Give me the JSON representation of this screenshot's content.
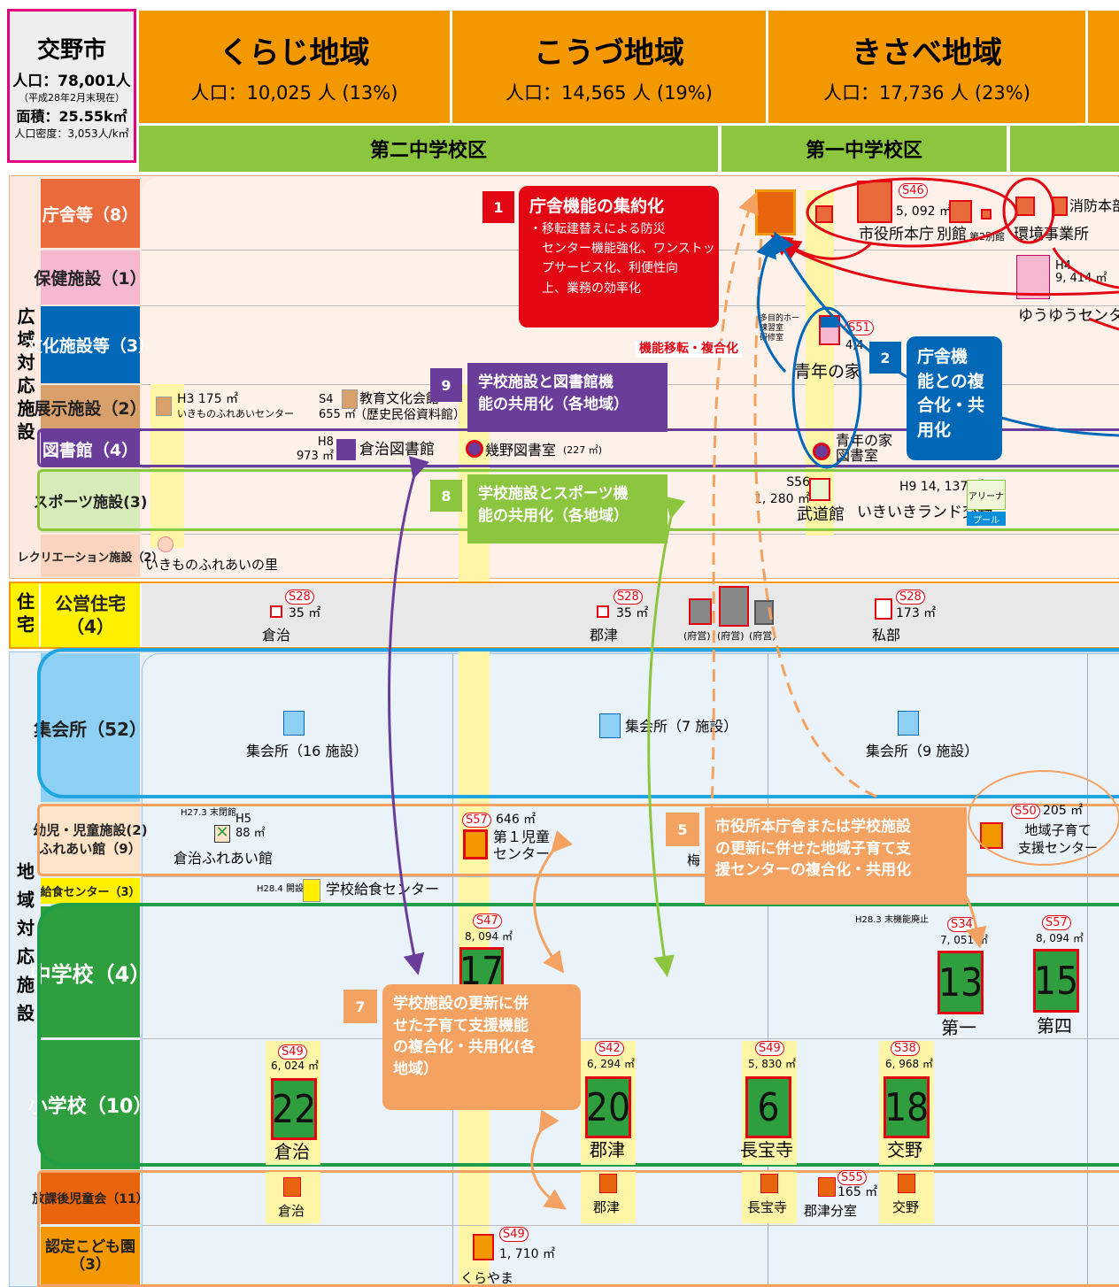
{
  "city": {
    "name": "交野市",
    "pop": "人口：78,001人",
    "note": "（平成28年2月末現在）",
    "area": "面積：25.55k㎡",
    "density": "人口密度：3,053人/k㎡"
  },
  "regions": [
    {
      "name": "くらじ地域",
      "pop": "人口：10,025 人 (13%)"
    },
    {
      "name": "こうづ地域",
      "pop": "人口：14,565 人 (19%)"
    },
    {
      "name": "きさべ地域",
      "pop": "人口：17,736 人 (23%)"
    }
  ],
  "districts": [
    "第二中学校区",
    "第一中学校区"
  ],
  "left_groups": {
    "wide": "広域対応施設",
    "housing": "住宅",
    "local": "地域対応施設"
  },
  "categories": {
    "chousha": "庁舎等（8）",
    "hoken": "保健施設（1）",
    "bunka": "文化施設等（3）",
    "tenji": "展示施設（2）",
    "tosho": "図書館（4）",
    "sports": "スポーツ施設(3)",
    "recre": "レクリエーション施設（2）",
    "jutaku": "公営住宅\n（4）",
    "shukai": "集会所（52）",
    "youji": "幼児・児童施設(2)\nふれあい館（9）",
    "kyushoku": "給食センター（3）",
    "chugaku": "中学校（4）",
    "shogaku": "小学校（10）",
    "houkago": "放課後児童会（11）",
    "kodomoen": "認定こども園\n（3）"
  },
  "notes": {
    "n1": {
      "num": "1",
      "title": "庁舎機能の集約化",
      "body": "・移転建替えによる防災\n　センター機能強化、ワンストッ\n　プサービス化、利便性向\n　上、業務の効率化"
    },
    "n2": {
      "num": "2",
      "body": "庁舎機\n能との複\n合化・共\n用化"
    },
    "n5": {
      "num": "5",
      "body": "市役所本庁舎または学校施設\nの更新に併せた地域子育て支\n援センターの複合化・共用化"
    },
    "n7": {
      "num": "7",
      "body": "学校施設の更新に併\nせた子育て支援機能\nの複合化・共用化(各\n地域）"
    },
    "n8": {
      "num": "8",
      "body": "学校施設とスポーツ機\n能の共用化（各地域）"
    },
    "n9": {
      "num": "9",
      "body": "学校施設と図書館機\n能の共用化（各地域）"
    },
    "flow": "機能移転・複合化"
  },
  "facilities": {
    "honcho": "市役所本庁",
    "bekkan": "別館",
    "bekkan2": "第2別館",
    "kankyo": "環境事業所",
    "shobo": "消防本部",
    "honcho_year": "S46",
    "honcho_area": "5, 092 ㎡",
    "yuyu": "ゆうゆうセンター",
    "yuyu_area": "H4\n9, 414 ㎡",
    "seinen": "青年の家",
    "seinen_year": "S51",
    "seinen_area": "4,4",
    "tamokuteki": "多目的ホー\n練習室\n研修室",
    "ikimono_c": "いきものふれあいセンター",
    "ikimono_c_area": "H3 175 ㎡",
    "kyoiku": "教育文化会館",
    "kyoiku_sub": "（歴史民俗資料館）",
    "kyoiku_area": "S4\n655 ㎡",
    "kurajitosho": "倉治図書館",
    "kurajitosho_area": "H8\n973 ㎡",
    "ikuno": "幾野図書室",
    "ikuno_area": "(227 ㎡)",
    "seinen_tosho": "青年の家\n図書室",
    "budokan": "武道館",
    "budokan_area": "S56\n1, 280 ㎡",
    "ikiiki": "いきいきランド交野",
    "ikiiki_area": "H9 14, 137 ㎡",
    "arena": "アリーナ",
    "pool": "プール",
    "ikimono_sato": "いきものふれあいの里",
    "kuraji_h": "倉治",
    "kouzu_h": "郡津",
    "shibe_h": "私部",
    "fuei": "(府営)",
    "h1_year": "S28",
    "h1_area": "35 ㎡",
    "h2_year": "S28",
    "h2_area": "35 ㎡",
    "h3_year": "S28",
    "h3_area": "173 ㎡",
    "shukai1": "集会所（16 施設）",
    "shukai2": "集会所（7 施設）",
    "shukai3": "集会所（9 施設）",
    "kuraji_fureai": "倉治ふれあい館",
    "fureai_closed": "H27.3 末閉館",
    "fureai_area": "H5\n88 ㎡",
    "jido": "第１児童\nセンター",
    "jido_year": "S57",
    "jido_area": "646 ㎡",
    "kosodate": "地域子育て\n支援センター",
    "kosodate_year": "S50",
    "kosodate_area": "205 ㎡",
    "kyushoku": "学校給食センター",
    "kyushoku_open": "H28.4 開設",
    "ume": "梅",
    "kyushoku_end": "H28.3 末機能廃止",
    "c17_year": "S47",
    "c17_area": "8, 094 ㎡",
    "c17": "17",
    "c13_year": "S34",
    "c13_area": "7, 051 ㎡",
    "c13": "13",
    "c13_name": "第一",
    "c15_year": "S57",
    "c15_area": "8, 094 ㎡",
    "c15": "15",
    "c15_name": "第四",
    "s22_year": "S49",
    "s22_area": "6, 024 ㎡",
    "s22": "22",
    "s22_name": "倉治",
    "s20_year": "S42",
    "s20_area": "6, 294 ㎡",
    "s20": "20",
    "s20_name": "郡津",
    "s6_year": "S49",
    "s6_area": "5, 830 ㎡",
    "s6": "6",
    "s6_name": "長宝寺",
    "s18_year": "S38",
    "s18_area": "6, 968 ㎡",
    "s18": "18",
    "s18_name": "交野",
    "hk1": "倉治",
    "hk2": "郡津",
    "hk3": "長宝寺",
    "hk4": "郡津分室",
    "hk4_year": "S55",
    "hk4_area": "165 ㎡",
    "hk5": "交野",
    "kurayama": "くらやま",
    "kurayama_year": "S49",
    "kurayama_area": "1, 710 ㎡"
  },
  "colors": {
    "orange": "#f39800",
    "green": "#8cc63f",
    "red": "#e30613",
    "blue": "#0068b7",
    "purple": "#6a3d9a",
    "lightgreen": "#8cc63f",
    "school_green": "#2e9e3f"
  }
}
